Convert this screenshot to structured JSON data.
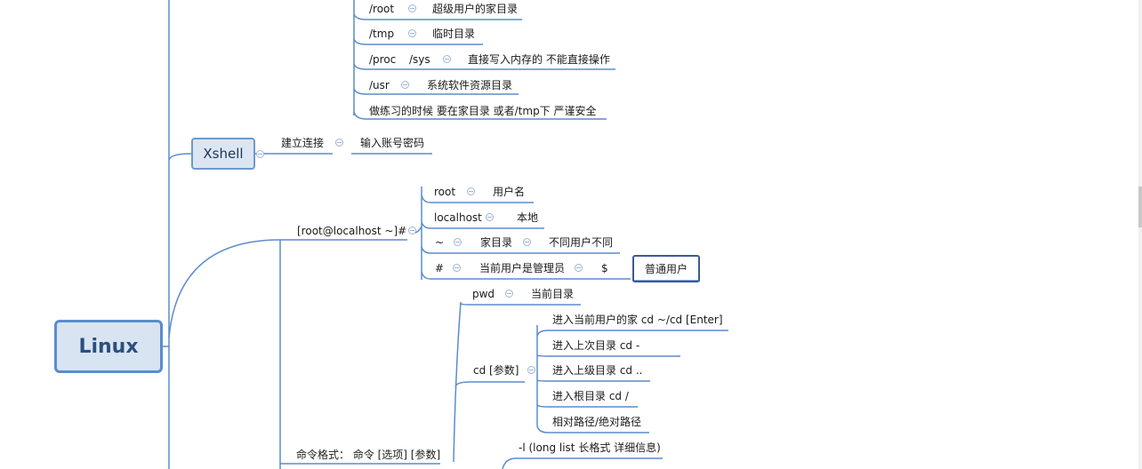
{
  "root": {
    "label": "Linux"
  },
  "xshell": {
    "label": "Xshell",
    "connect": "建立连接",
    "connect_desc": "输入账号密码"
  },
  "dirs": {
    "root_dir": "/root",
    "root_desc": "超级用户的家目录",
    "tmp_dir": "/tmp",
    "tmp_desc": "临时目录",
    "proc_dir": "/proc",
    "sys_dir": "/sys",
    "proc_desc": "直接写入内存的  不能直接操作",
    "usr_dir": "/usr",
    "usr_desc": "系统软件资源目录",
    "practice_note": "做练习的时候  要在家目录 或者/tmp下  严谨安全"
  },
  "prompt": {
    "label": "[root@localhost ~]#",
    "root": "root",
    "root_desc": "用户名",
    "localhost": "localhost",
    "localhost_desc": "本地",
    "tilde": "~",
    "tilde_desc": "家目录",
    "tilde_desc2": "不同用户不同",
    "hash": "#",
    "hash_desc": "当前用户是管理员",
    "dollar": "$",
    "dollar_desc": "普通用户"
  },
  "command": {
    "format": "命令格式： 命令 [选项] [参数]",
    "pwd": "pwd",
    "pwd_desc": "当前目录",
    "cd": "cd [参数]",
    "cd_home": "进入当前用户的家   cd ~/cd [Enter]",
    "cd_prev": "进入上次目录 cd -",
    "cd_up": "进入上级目录 cd ..",
    "cd_root": "进入根目录 cd /",
    "cd_path": "相对路径/绝对路径",
    "ls_l": "-l (long list 长格式 详细信息)"
  },
  "colors": {
    "line": "#5b8ccc",
    "root_fill": "#d9e4f2",
    "selected_border": "#3b5b95"
  }
}
